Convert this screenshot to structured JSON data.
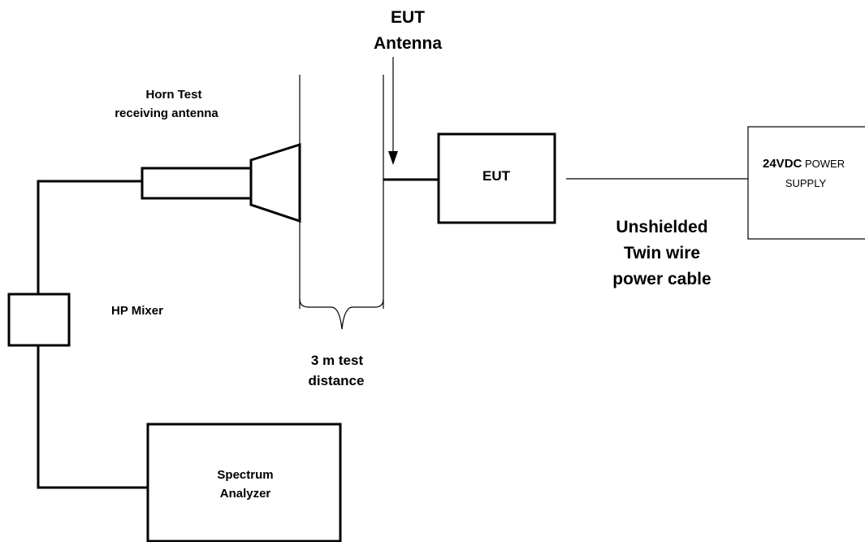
{
  "labels": {
    "eut_antenna": [
      "EUT",
      "Antenna"
    ],
    "horn_antenna": [
      "Horn Test",
      "receiving antenna"
    ],
    "eut": "EUT",
    "power_supply_bold": "24VDC",
    "power_supply_rest": " POWER",
    "power_supply_line2": "SUPPLY",
    "cable": [
      "Unshielded",
      "Twin wire",
      "power cable"
    ],
    "mixer": "HP Mixer",
    "distance": [
      "3 m test",
      "distance"
    ],
    "analyzer": [
      "Spectrum",
      "Analyzer"
    ]
  }
}
